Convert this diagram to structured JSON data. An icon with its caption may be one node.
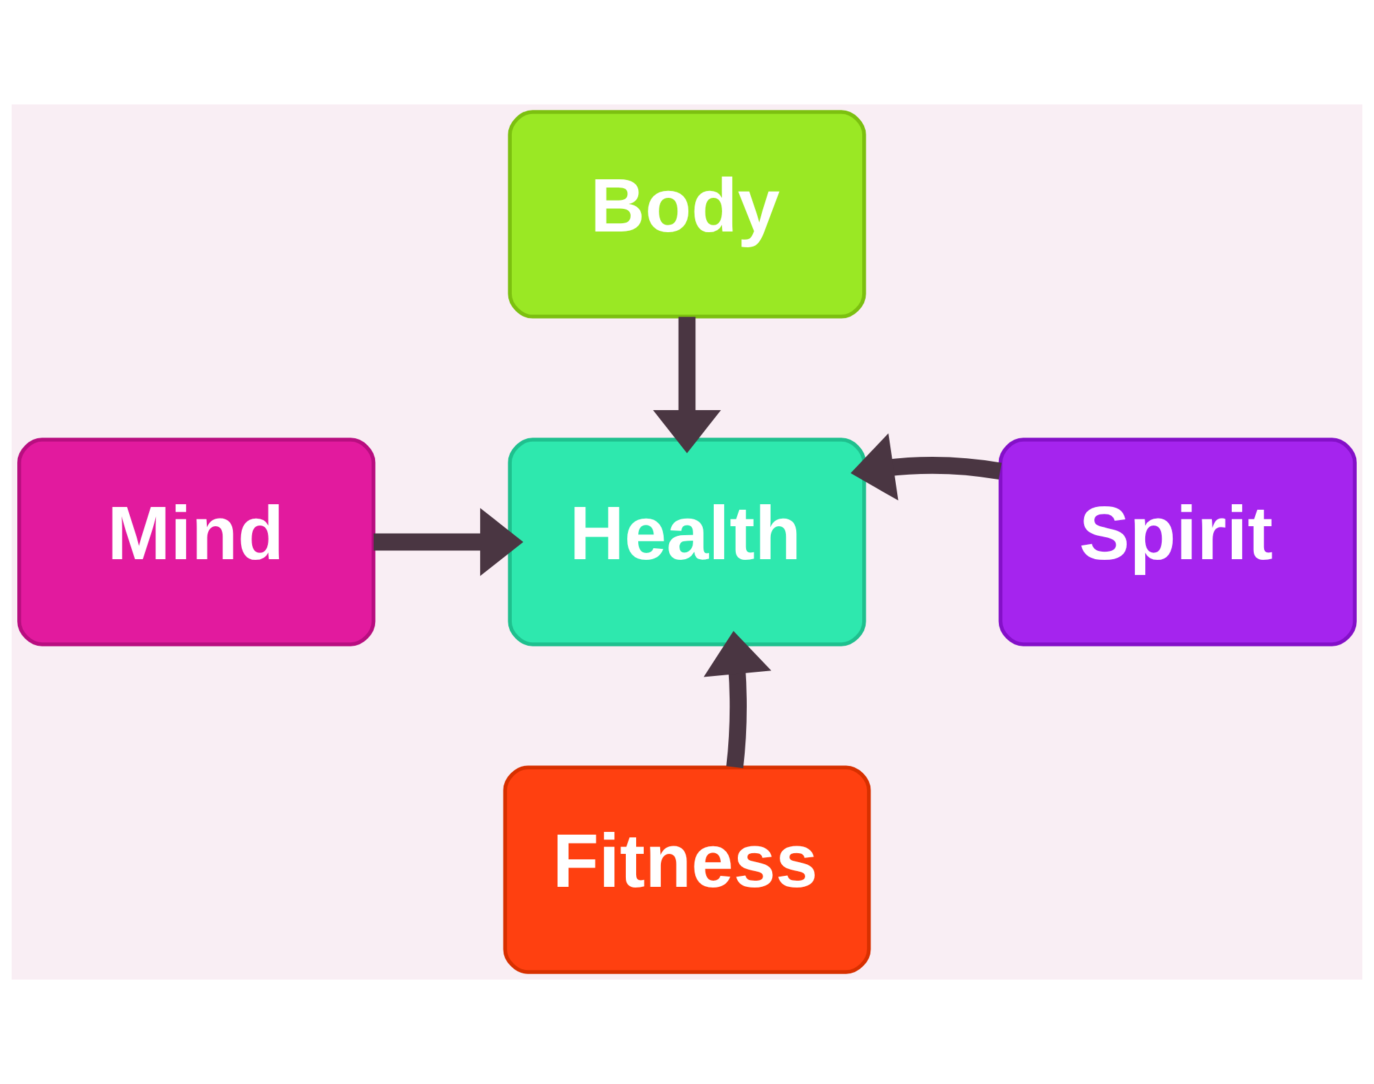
{
  "diagram": {
    "nodes": [
      {
        "text": [
          "Body"
        ]
      },
      {
        "text": [
          "Mind"
        ]
      },
      {
        "text": [
          "Health"
        ]
      },
      {
        "text": [
          "Spirit"
        ]
      },
      {
        "text": [
          "Fitness"
        ]
      }
    ],
    "edges": [
      {
        "from": 0,
        "to": 2,
        "arrow": "to"
      },
      {
        "from": 1,
        "to": 2,
        "arrow": "to"
      },
      {
        "from": 3,
        "to": 2,
        "arrow": "to"
      },
      {
        "from": 4,
        "to": 2,
        "arrow": "to"
      }
    ]
  }
}
